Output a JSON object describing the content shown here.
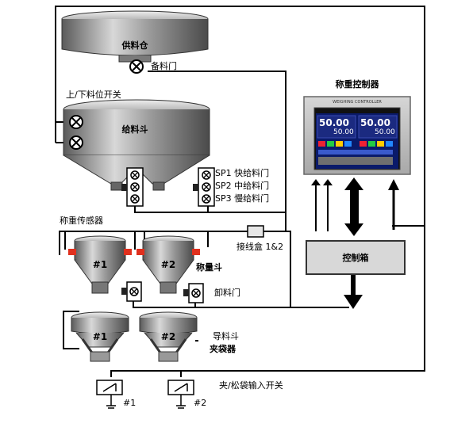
{
  "labels": {
    "supply_bin": "供料仓",
    "backup_gate": "备料门",
    "level_switch": "上/下料位开关",
    "feed_hopper": "给料斗",
    "sp1": "SP1 快给料门",
    "sp2": "SP2 中给料门",
    "sp3": "SP3 慢给料门",
    "load_cell": "称重传感器",
    "junction_box": "接线盒 1&2",
    "weigh_hopper": "称量斗",
    "discharge_gate": "卸料门",
    "guide_hopper": "导料斗",
    "bag_clamp": "夹袋器",
    "clamp_switch": "夹/松袋输入开关",
    "controller_title": "称重控制器",
    "control_box": "控制箱",
    "hopper_1": "#1",
    "hopper_2": "#2",
    "bagger_1": "#1",
    "bagger_2": "#2",
    "switch_1": "#1",
    "switch_2": "#2"
  },
  "controller": {
    "brand_text": "WEIGHING CONTROLLER",
    "display_1_main": "50.00",
    "display_1_sub": "50.00",
    "display_2_main": "50.00",
    "display_2_sub": "50.00"
  },
  "colors": {
    "wire": "#000000",
    "panel": "#bfbfbf",
    "screen": "#0a1a6a",
    "screen_text": "#ffffff",
    "load_cell": "#e0301e"
  }
}
